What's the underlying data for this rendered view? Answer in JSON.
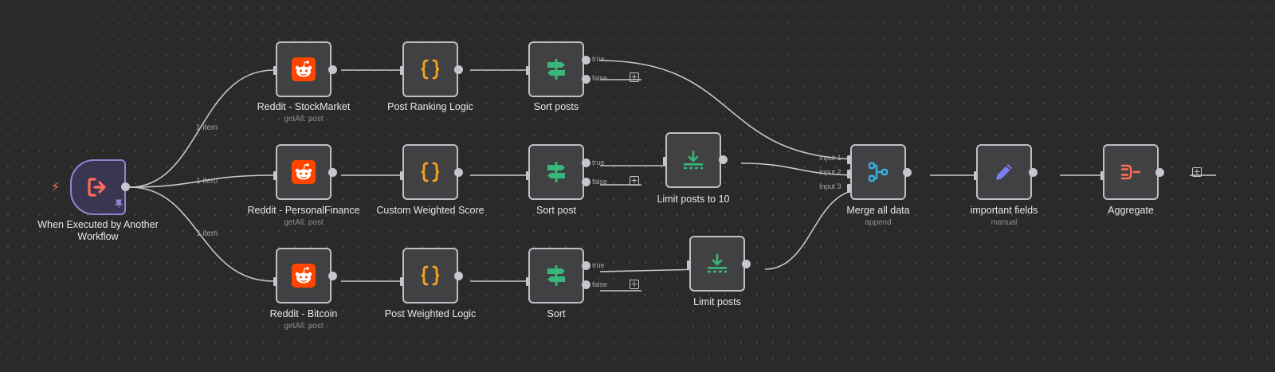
{
  "nodes": {
    "trigger": {
      "label": "When Executed by Another Workflow",
      "icon": "sign-in-icon"
    },
    "reddit_stock": {
      "label": "Reddit - StockMarket",
      "sub": "getAll: post",
      "icon": "reddit-icon"
    },
    "reddit_pf": {
      "label": "Reddit - PersonalFinance",
      "sub": "getAll: post",
      "icon": "reddit-icon"
    },
    "reddit_btc": {
      "label": "Reddit - Bitcoin",
      "sub": "getAll: post",
      "icon": "reddit-icon"
    },
    "code1": {
      "label": "Post Ranking Logic",
      "icon": "code-braces-icon"
    },
    "code2": {
      "label": "Custom Weighted Score",
      "icon": "code-braces-icon"
    },
    "code3": {
      "label": "Post Weighted Logic",
      "icon": "code-braces-icon"
    },
    "if1": {
      "label": "Sort posts",
      "icon": "signpost-icon",
      "true_label": "true",
      "false_label": "false"
    },
    "if2": {
      "label": "Sort post",
      "icon": "signpost-icon",
      "true_label": "true",
      "false_label": "false"
    },
    "if3": {
      "label": "Sort",
      "icon": "signpost-icon",
      "true_label": "true",
      "false_label": "false"
    },
    "limit1": {
      "label": "Limit posts to 10",
      "icon": "limit-icon"
    },
    "limit2": {
      "label": "Limit posts",
      "icon": "limit-icon"
    },
    "merge": {
      "label": "Merge all data",
      "sub": "append",
      "icon": "merge-icon",
      "inputs": [
        "Input 1",
        "Input 2",
        "Input 3"
      ]
    },
    "set": {
      "label": "important fields",
      "sub": "manual",
      "icon": "pencil-icon"
    },
    "aggregate": {
      "label": "Aggregate",
      "icon": "aggregate-icon"
    }
  },
  "edge_labels": {
    "e1": "1 item",
    "e2": "1 item",
    "e3": "1 item"
  },
  "colors": {
    "background": "#2a2a2b",
    "node": "#414143",
    "border": "#bfc0c6",
    "reddit": "#ff4500",
    "code": "#f8a21e",
    "if": "#37b87a",
    "limit": "#37b87a",
    "merge": "#3ab0e0",
    "set": "#7b7ef0",
    "aggregate": "#ff6d5a",
    "trigger": "#ff6d5a"
  }
}
